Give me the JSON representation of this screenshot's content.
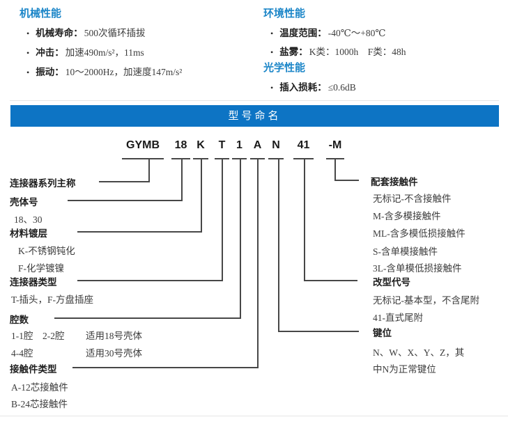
{
  "colors": {
    "heading_blue": "#1c86c8",
    "banner_blue": "#0d74c4",
    "line_dark": "#474747"
  },
  "specs": {
    "mechanical": {
      "title": "机械性能",
      "items": [
        {
          "label": "机械寿命：",
          "value": "500次循环插拔"
        },
        {
          "label": "冲击：",
          "value": "加速490m/s²，11ms"
        },
        {
          "label": "振动：",
          "value": "10～2000Hz，加速度147m/s²"
        }
      ]
    },
    "environmental": {
      "title": "环境性能",
      "items": [
        {
          "label": "温度范围：",
          "value": "-40℃～+80℃"
        },
        {
          "label": "盐雾：",
          "value": "K类：1000h　F类：48h"
        }
      ]
    },
    "optical": {
      "title": "光学性能",
      "items": [
        {
          "label": "插入损耗：",
          "value": "≤0.6dB"
        }
      ]
    }
  },
  "banner": {
    "title": "型号命名"
  },
  "model": {
    "segments": {
      "series": "GYMB",
      "shell": "18",
      "plating": "K",
      "type": "T",
      "cavity": "1",
      "contact": "A",
      "key": "N",
      "variant": "41",
      "mating": "-M"
    },
    "left": {
      "series": {
        "title": "连接器系列主称"
      },
      "shell": {
        "title": "壳体号",
        "sub": "18、30"
      },
      "plating": {
        "title": "材料镀层",
        "subs": [
          "K-不锈钢钝化",
          "F-化学镀镍"
        ]
      },
      "type": {
        "title": "连接器类型",
        "sub": "T-插头，F-方盘插座"
      },
      "cavity": {
        "title": "腔数",
        "rows": [
          {
            "codes": "1-1腔　2-2腔",
            "use": "适用18号壳体"
          },
          {
            "codes": "4-4腔",
            "use": "适用30号壳体"
          }
        ]
      },
      "contact": {
        "title": "接触件类型",
        "subs": [
          "A-12芯接触件",
          "B-24芯接触件"
        ]
      }
    },
    "right": {
      "mating": {
        "title": "配套接触件",
        "subs": [
          "无标记-不含接触件",
          "M-含多模接触件",
          "ML-含多模低损接触件",
          "S-含单模接触件",
          "3L-含单模低损接触件"
        ]
      },
      "variant": {
        "title": "改型代号",
        "subs": [
          "无标记-基本型，不含尾附",
          "41-直式尾附"
        ]
      },
      "key": {
        "title": "键位",
        "subs": [
          "N、W、X、Y、Z，其",
          "中N为正常键位"
        ]
      }
    }
  }
}
